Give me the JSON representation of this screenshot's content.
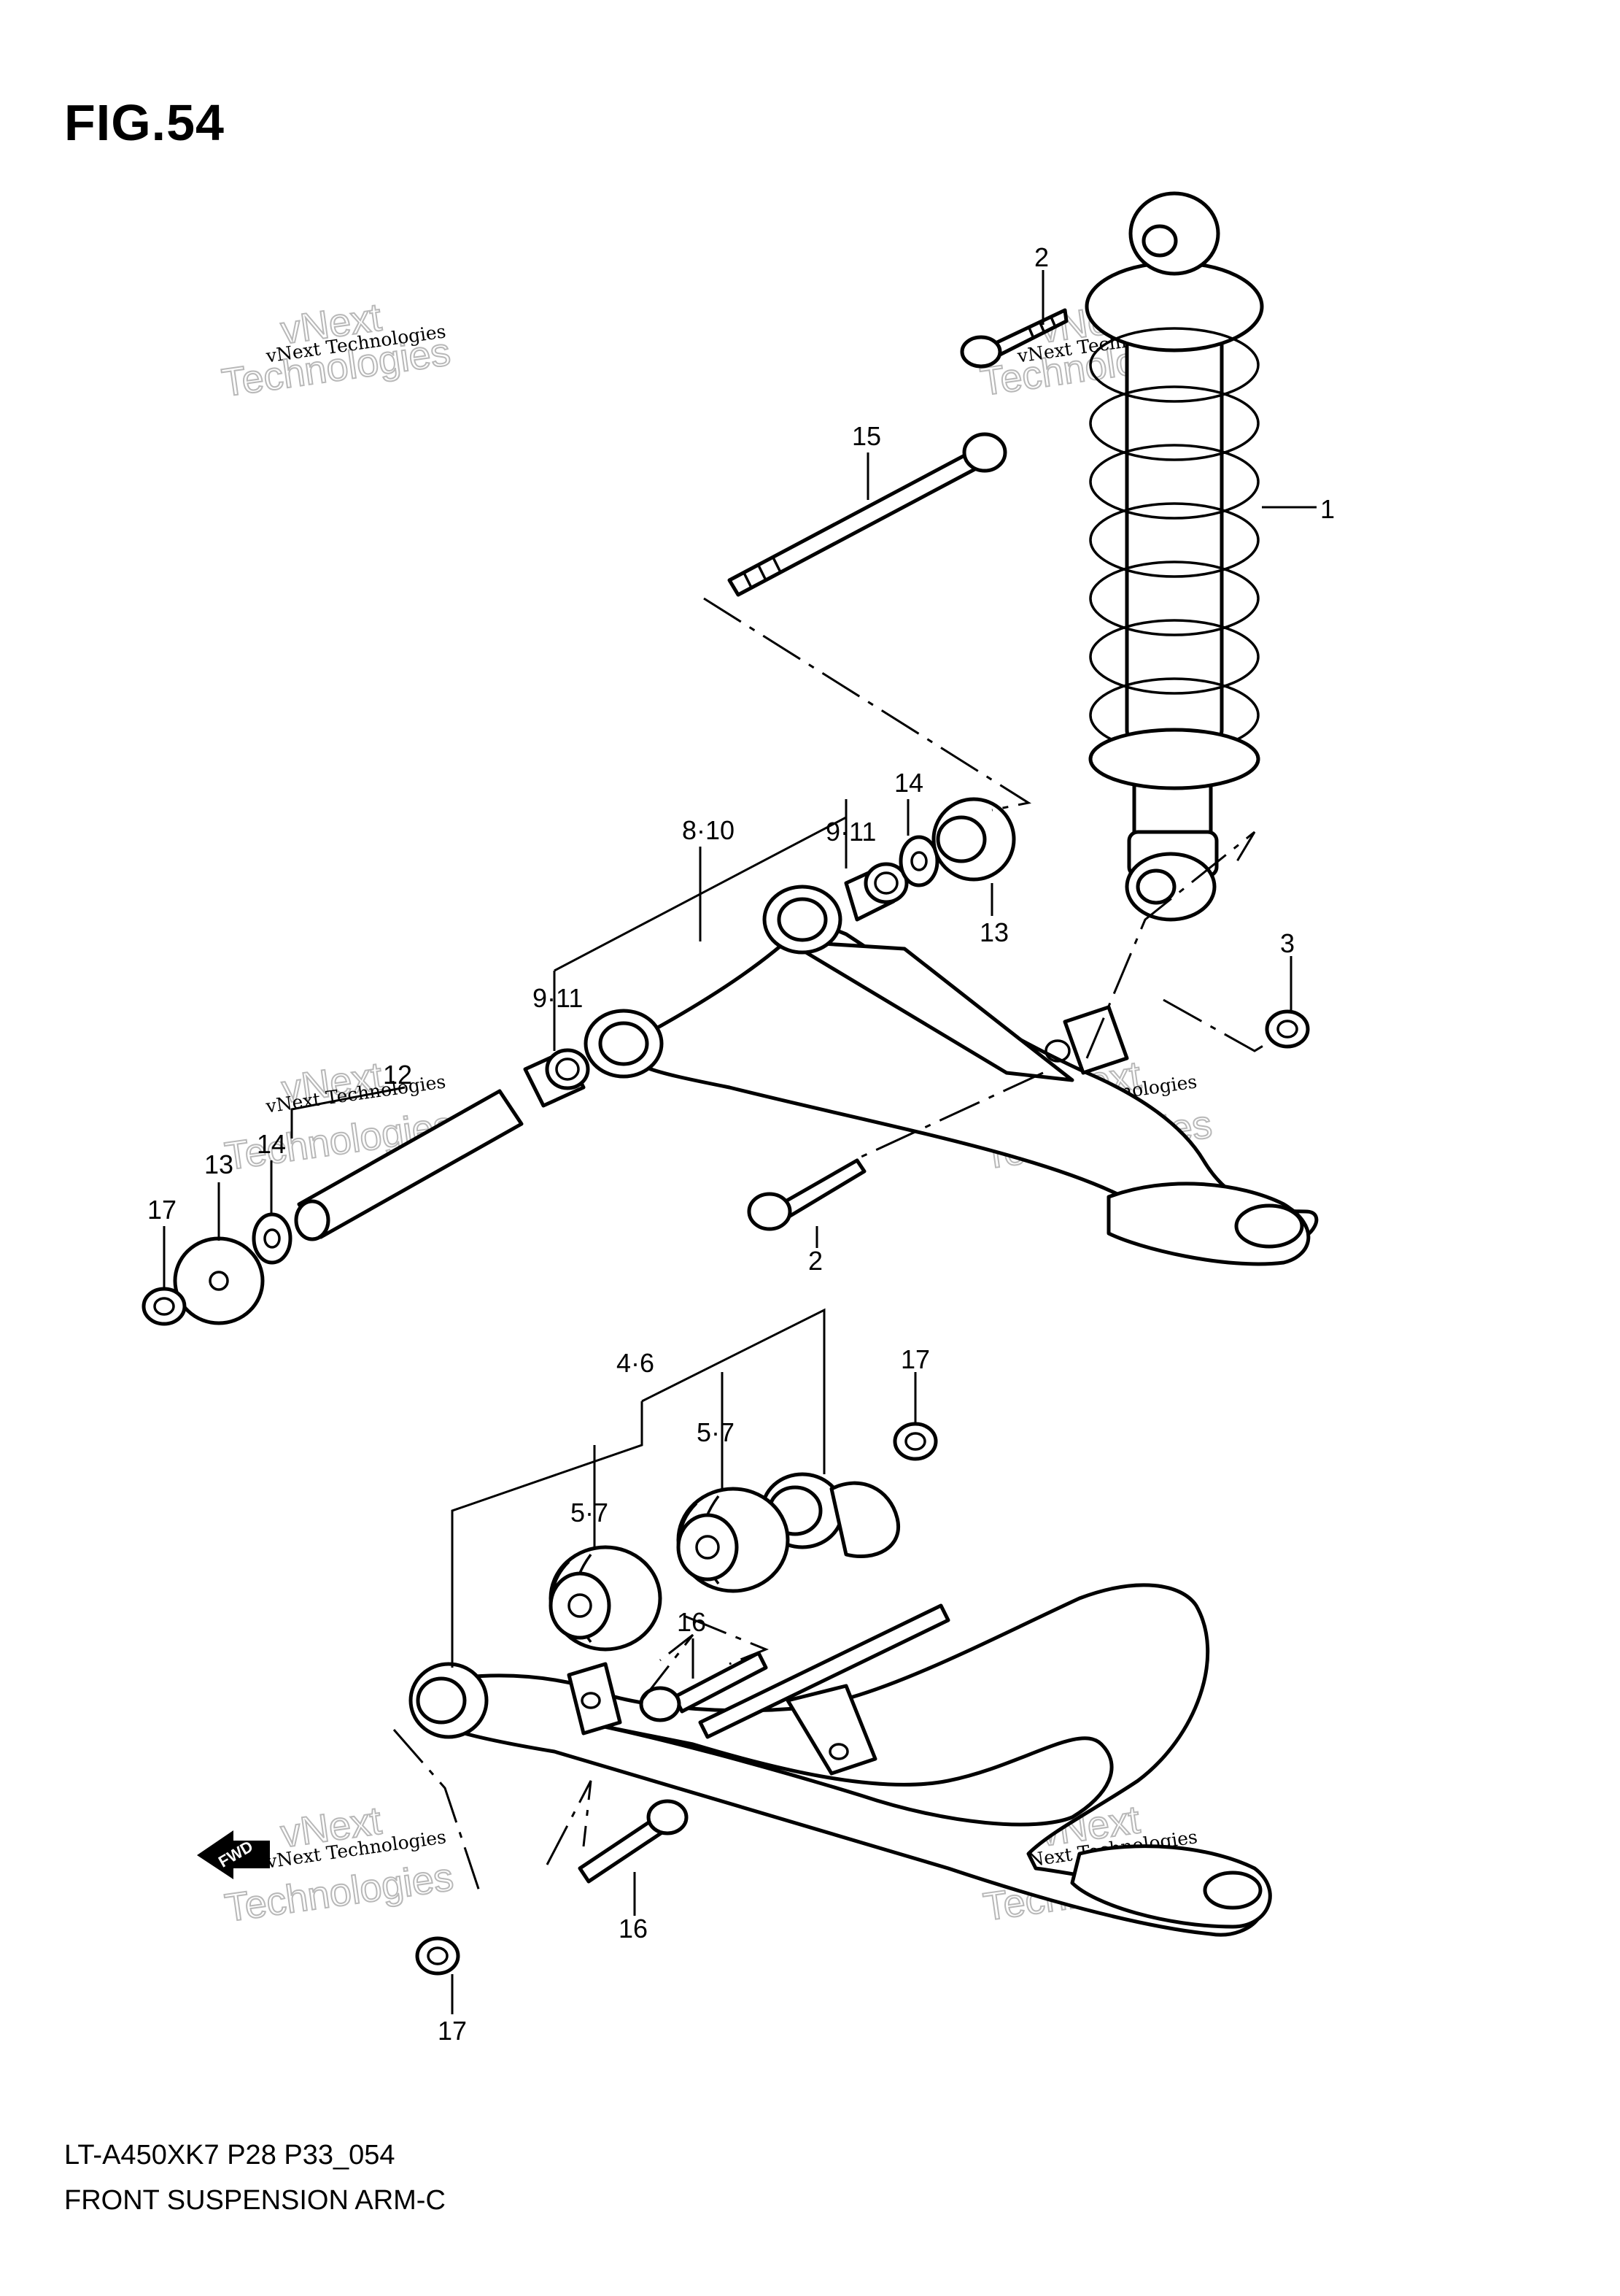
{
  "figure": {
    "title": "FIG.54",
    "code": "LT-A450XK7 P28 P33_054",
    "name": "FRONT SUSPENSION ARM-C"
  },
  "watermark": {
    "line1": "vNext Technologies",
    "line2": "vNext",
    "line3": "Technologies"
  },
  "fwd_label": "FWD",
  "callouts": [
    "1",
    "2",
    "2",
    "3",
    "15",
    "8·10",
    "9·11",
    "9·11",
    "14",
    "13",
    "12",
    "13",
    "14",
    "17",
    "4·6",
    "5·7",
    "5·7",
    "16",
    "16",
    "17",
    "17"
  ]
}
